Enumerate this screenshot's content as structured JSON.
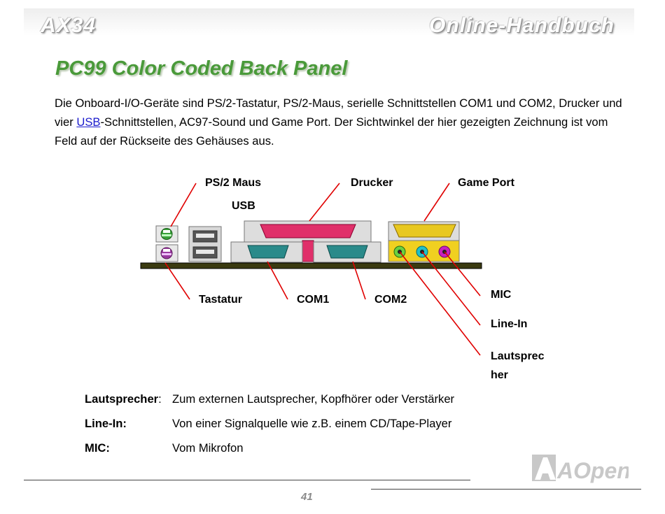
{
  "header": {
    "left": "AX34",
    "right": "Online-Handbuch"
  },
  "title": "PC99 Color Coded Back Panel",
  "intro": {
    "before_link": "Die Onboard-I/O-Geräte sind PS/2-Tastatur, PS/2-Maus, serielle Schnittstellen COM1 und COM2, Drucker und vier ",
    "link": "USB",
    "after_link": "-Schnittstellen, AC97-Sound und Game Port. Der Sichtwinkel der hier gezeigten Zeichnung ist vom Feld auf der Rückseite des Gehäuses aus."
  },
  "labels": {
    "ps2_mouse": "PS/2 Maus",
    "usb": "USB",
    "printer": "Drucker",
    "game_port": "Game Port",
    "keyboard": "Tastatur",
    "com1": "COM1",
    "com2": "COM2",
    "mic": "MIC",
    "line_in": "Line-In",
    "speaker_line1": "Lautsprec",
    "speaker_line2": "her"
  },
  "definitions": [
    {
      "term": "Lautsprecher",
      "colon": ":",
      "desc": "Zum externen Lautsprecher, Kopfhörer oder Verstärker"
    },
    {
      "term": "Line-In:",
      "colon": "",
      "desc": "Von einer Signalquelle wie z.B. einem CD/Tape-Player"
    },
    {
      "term": "MIC:",
      "colon": "",
      "desc": "Vom Mikrofon"
    }
  ],
  "footer": {
    "page": "41",
    "logo": "AOpen"
  },
  "colors": {
    "title": "#4a9a3a",
    "mouse": "#3aa03a",
    "keyboard": "#9a3aa0",
    "printer": "#e0306a",
    "serial": "#2a8a8a",
    "game": "#e8c820",
    "leader": "#e00000",
    "board": "#3a3a10"
  }
}
